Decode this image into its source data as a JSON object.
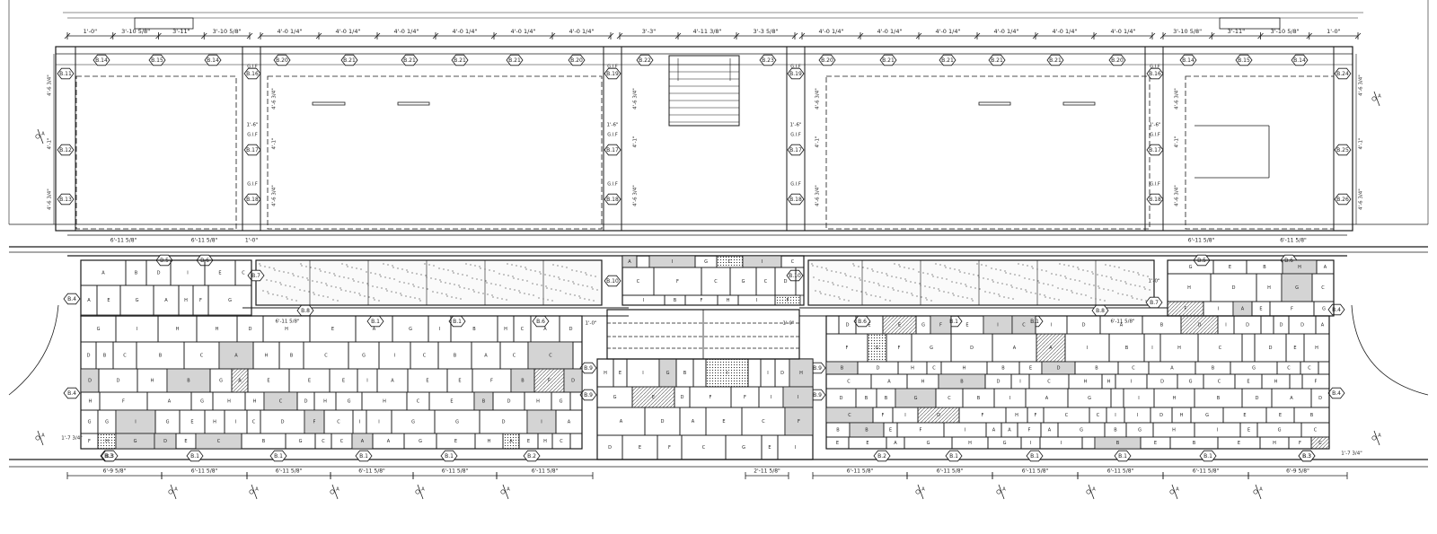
{
  "drawing": {
    "top_dimensions": {
      "left_bay": [
        "1'-0\"",
        "3'-10 5/8\"",
        "3'-11\"",
        "3'-10 5/8\""
      ],
      "left_storefront": [
        "4'-0 1/4\"",
        "4'-0 1/4\"",
        "4'-0 1/4\"",
        "4'-0 1/4\"",
        "4'-0 1/4\"",
        "4'-0 1/4\""
      ],
      "entry": [
        "3'-3\"",
        "4'-11 3/8\"",
        "3'-3 5/8\""
      ],
      "right_storefront": [
        "4'-0 1/4\"",
        "4'-0 1/4\"",
        "4'-0 1/4\"",
        "4'-0 1/4\"",
        "4'-0 1/4\"",
        "4'-0 1/4\""
      ],
      "right_bay": [
        "3'-10 5/8\"",
        "3'-11\"",
        "3'-10 5/8\"",
        "1'-0\""
      ]
    },
    "tags_top_row": {
      "left": [
        "B.14",
        "B.15",
        "B.14",
        "B.20",
        "B.21",
        "B.21",
        "B.21",
        "B.21",
        "B.20",
        "B.22",
        "B.23"
      ],
      "right": [
        "B.20",
        "B.21",
        "B.21",
        "B.21",
        "B.21",
        "B.20",
        "B.14",
        "B.15",
        "B.14"
      ]
    },
    "tags_side": {
      "far_left": [
        "B.11",
        "B.12",
        "B.13"
      ],
      "left_pier": [
        "B.16",
        "B.17",
        "B.18"
      ],
      "center_left": [
        "B.19",
        "B.17",
        "B.18"
      ],
      "center_right": [
        "B.19",
        "B.17",
        "B.18"
      ],
      "right_pier": [
        "B.16",
        "B.17",
        "B.18"
      ],
      "far_right": [
        "B.24",
        "B.25",
        "B.26"
      ]
    },
    "pier_notes": {
      "gif": "G.I.F",
      "gap": "1'-6\""
    },
    "vertical_dimensions": {
      "upper": "4'-6 3/4\"",
      "mid": "4'-1\"",
      "lower": "4'-6 3/4\""
    },
    "middle_row": {
      "dims": [
        "6'-11 5/8\"",
        "6'-11 5/8\"",
        "1'-0\"",
        "6'-11 5/8\"",
        "6'-11 5/8\""
      ],
      "tags": [
        "B.5",
        "B.6",
        "B.7",
        "B.10",
        "B.10",
        "B.7",
        "B.5",
        "B.6"
      ],
      "planter_tags": [
        "B.8",
        "B.1",
        "B.1",
        "B.6",
        "B.6",
        "B.1",
        "B.1",
        "B.8"
      ],
      "planter_dims": [
        "6'-11 5/8\"",
        "1'-0\"",
        "1'-0\"",
        "6'-11 5/8\"",
        "1'-0\""
      ],
      "side_tags": [
        "B.4",
        "B.4",
        "B.9",
        "B.9",
        "B.3",
        "B.3",
        "B.9",
        "B.9",
        "B.4",
        "B.4"
      ]
    },
    "bottom_row": {
      "tags": [
        "B.3",
        "B.1",
        "B.1",
        "B.1",
        "B.1",
        "B.2",
        "B.2",
        "B.1",
        "B.1",
        "B.1",
        "B.1",
        "B.3"
      ],
      "dims": [
        "6'-9 5/8\"",
        "6'-11 5/8\"",
        "6'-11 5/8\"",
        "6'-11 5/8\"",
        "6'-11 5/8\"",
        "6'-11 5/8\"",
        "2'-11 5/8\"",
        "6'-11 5/8\"",
        "6'-11 5/8\"",
        "6'-11 5/8\"",
        "6'-11 5/8\"",
        "6'-11 5/8\"",
        "6'-9 5/8\""
      ],
      "side_dims": [
        "1'-7 3/4\"",
        "1'-7 3/4\""
      ]
    },
    "section_marks": [
      "A",
      "A",
      "A",
      "A",
      "A",
      "A",
      "A",
      "A",
      "A",
      "A",
      "A",
      "A",
      "A",
      "A"
    ],
    "stone_letters": [
      "A",
      "B",
      "C",
      "D",
      "E",
      "F",
      "G",
      "H",
      "I"
    ]
  }
}
